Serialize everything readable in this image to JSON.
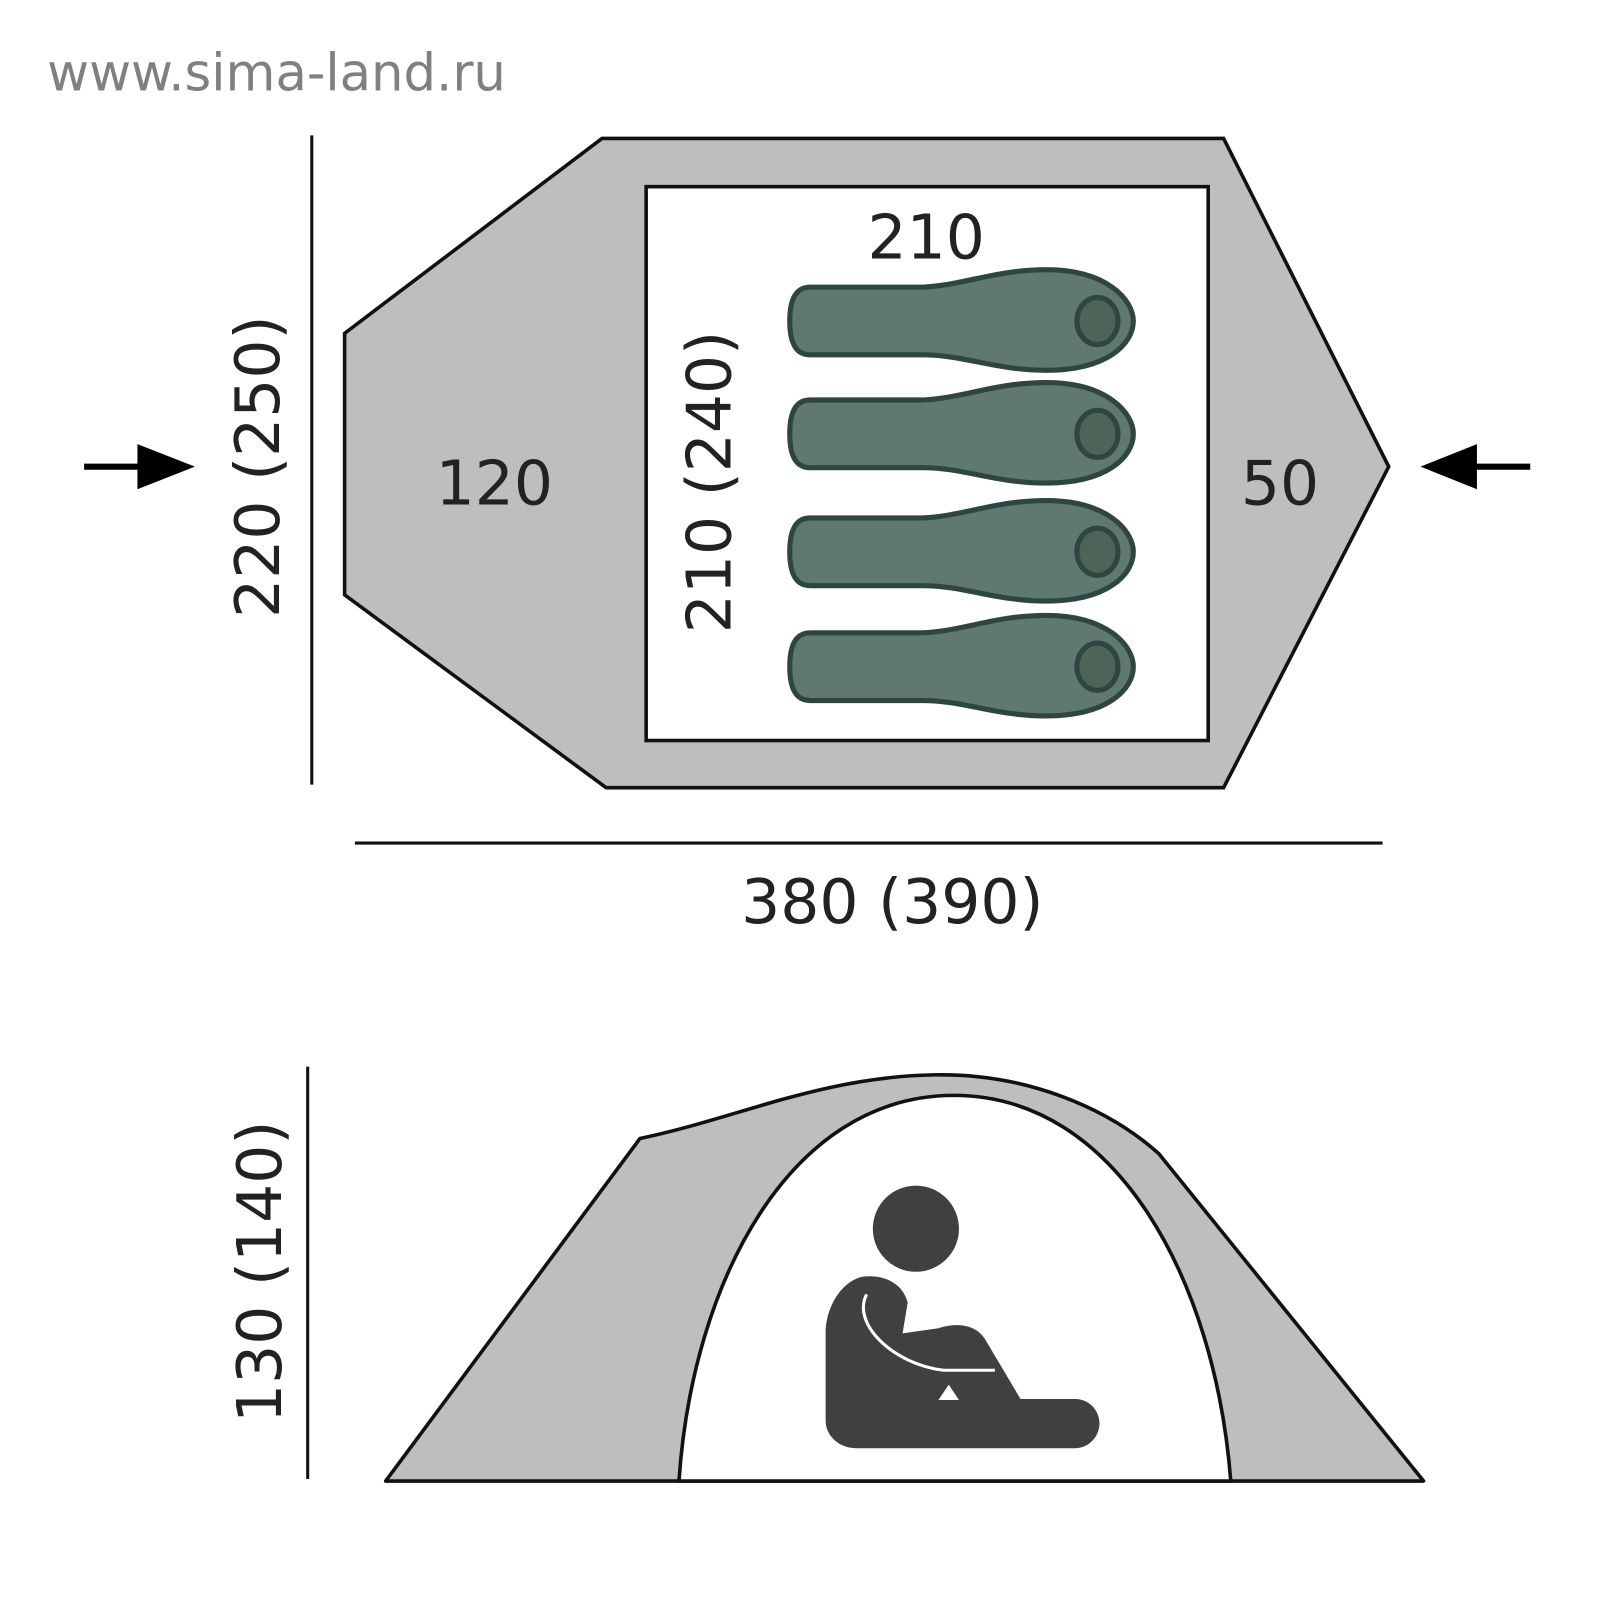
{
  "watermark": "www.sima-land.ru",
  "top_view": {
    "width_label": "220 (250)",
    "vestibule_left": "120",
    "inner_length": "210",
    "inner_width": "210 (240)",
    "vestibule_right": "50",
    "total_length": "380 (390)",
    "sleeping_places": 4
  },
  "side_view": {
    "height_label": "130 (140)"
  },
  "colors": {
    "awning": "#bdbec0",
    "outline": "#111111",
    "bag_fill": "#5f7872",
    "bag_stroke": "#2f4540",
    "bag_head": "#4f6358",
    "person": "#404043",
    "watermark": "#808080"
  },
  "icons": [
    "entrance-arrow-left",
    "entrance-arrow-right",
    "sleeping-bag",
    "sitting-person"
  ]
}
